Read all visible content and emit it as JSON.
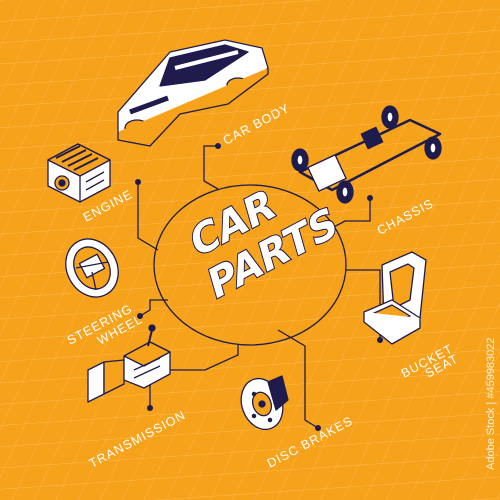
{
  "title": {
    "line1": "CAR",
    "line2": "PARTS"
  },
  "labels": {
    "car_body": "CAR BODY",
    "chassis": "CHASSIS",
    "engine": "ENGINE",
    "steering_line1": "STEERING",
    "steering_line2": "WHEEL",
    "bucket_line1": "BUCKET",
    "bucket_line2": "SEAT",
    "transmission": "TRANSMISSION",
    "disc_brakes": "DISC BRAKES"
  },
  "watermark": {
    "stock_id": "Adobe Stock | #459983022"
  },
  "colors": {
    "background": "#f7a21b",
    "ink": "#1f1b4d",
    "accent": "#f7a21b",
    "white": "#ffffff"
  },
  "icons": [
    "car-body-icon",
    "chassis-icon",
    "engine-icon",
    "steering-wheel-icon",
    "bucket-seat-icon",
    "transmission-icon",
    "disc-brake-icon"
  ]
}
